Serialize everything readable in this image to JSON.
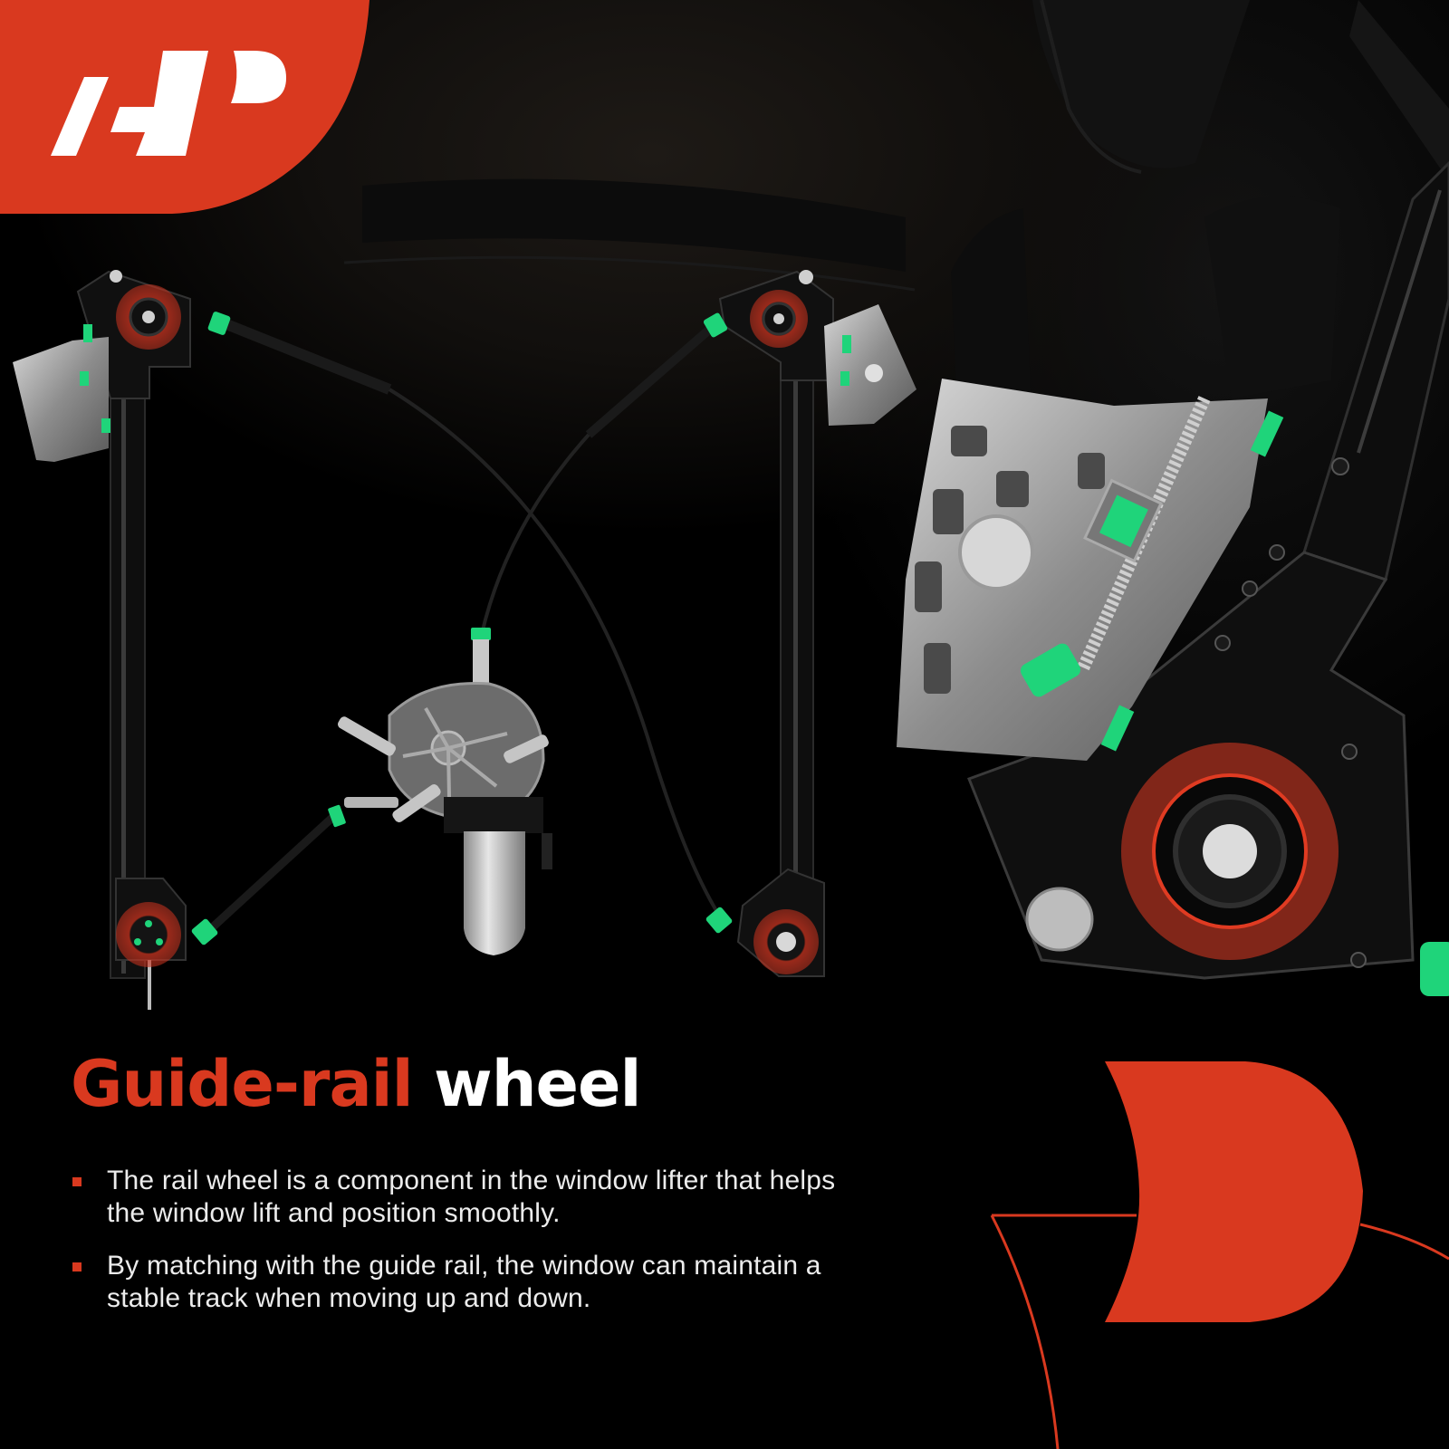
{
  "brand": {
    "logo_alt": "A-Premium logo",
    "logo_icon": "a-premium-logo-icon",
    "accent_color": "#d9391f",
    "highlight_color": "#1fd47a"
  },
  "product": {
    "name": "Power window regulator with motor",
    "callout_icon": "guide-rail-wheel-highlight"
  },
  "heading": {
    "accent": "Guide-rail",
    "plain": "wheel"
  },
  "bullets": [
    {
      "text": "The rail wheel is a component in the window lifter that helps the window lift and position smoothly."
    },
    {
      "text": "By matching with the guide rail, the window can maintain a stable track when moving up and down."
    }
  ]
}
